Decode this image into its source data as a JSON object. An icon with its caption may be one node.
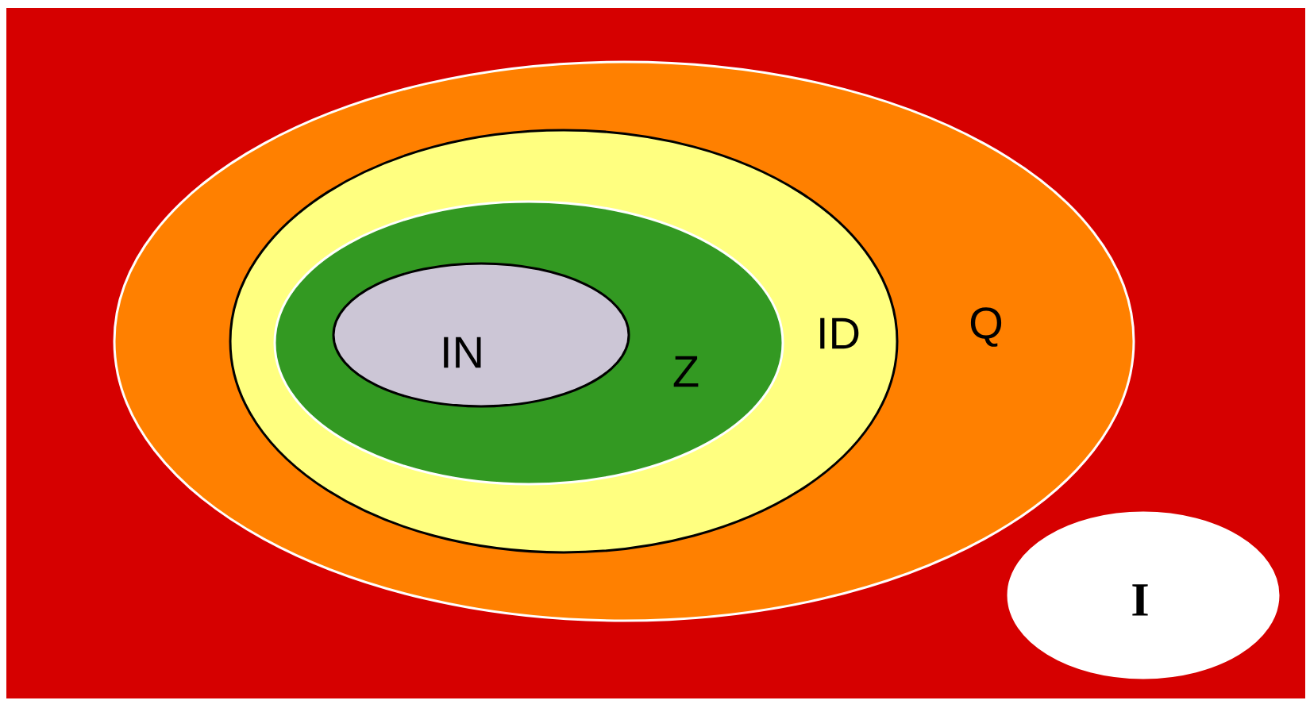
{
  "diagram": {
    "nodes": [
      {
        "text": [
          "Q"
        ]
      },
      {
        "text": [
          "ID"
        ],
        "in": 0
      },
      {
        "text": [
          "Z"
        ],
        "in": 1
      },
      {
        "text": [
          "IN"
        ],
        "in": 2
      },
      {
        "text": [
          "I"
        ]
      }
    ]
  }
}
